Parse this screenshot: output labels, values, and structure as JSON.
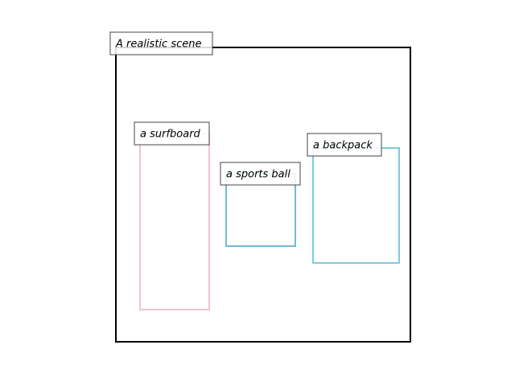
{
  "scene": {
    "label": "A realistic scene",
    "border_color": "#000000"
  },
  "objects": [
    {
      "id": "surfboard",
      "label": "a surfboard",
      "color": "#f4c1d6"
    },
    {
      "id": "sports-ball",
      "label": "a sports ball",
      "color": "#74b9d8"
    },
    {
      "id": "backpack",
      "label": "a backpack",
      "color": "#7ecbdc"
    }
  ]
}
